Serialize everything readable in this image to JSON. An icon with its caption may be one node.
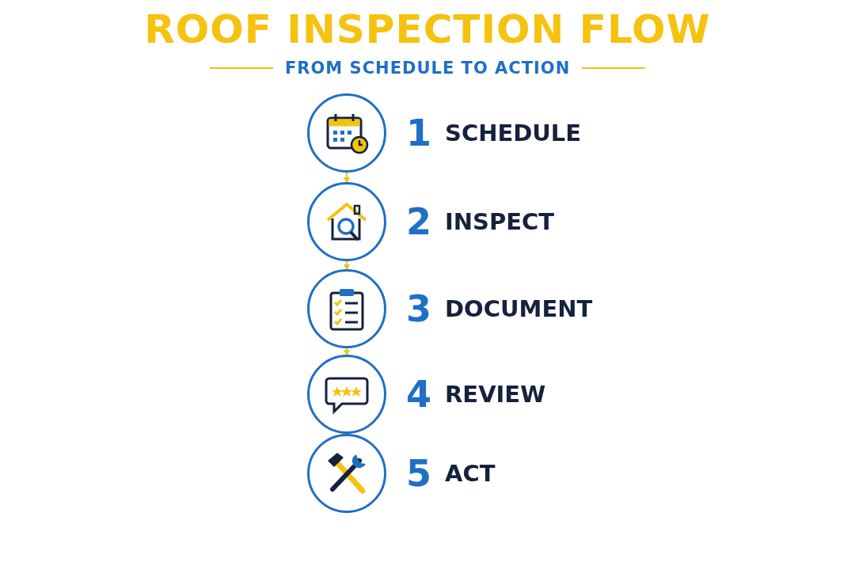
{
  "diagram": {
    "title": "ROOF INSPECTION FLOW",
    "nodes": [
      {
        "text": [],
        "shape": "circle",
        "beside": [
          "1",
          "SCHEDULE"
        ]
      },
      {
        "text": [],
        "shape": "circle",
        "beside": [
          "2",
          "INSPECT"
        ]
      },
      {
        "text": [],
        "shape": "circle",
        "beside": [
          "3",
          "DOCUMENT"
        ]
      },
      {
        "text": [],
        "shape": "circle",
        "beside": [
          "4",
          "REVIEW"
        ]
      },
      {
        "text": [],
        "shape": "circle",
        "beside": [
          "5",
          "ACT"
        ]
      }
    ],
    "edges": [
      {
        "from": 0,
        "to": 1,
        "arrow": "to"
      },
      {
        "from": 1,
        "to": 2,
        "arrow": "to"
      },
      {
        "from": 2,
        "to": 3,
        "arrow": "to"
      },
      {
        "from": 3,
        "to": 4,
        "arrow": "to"
      }
    ],
    "labels": [
      "FROM SCHEDULE TO ACTION"
    ]
  }
}
